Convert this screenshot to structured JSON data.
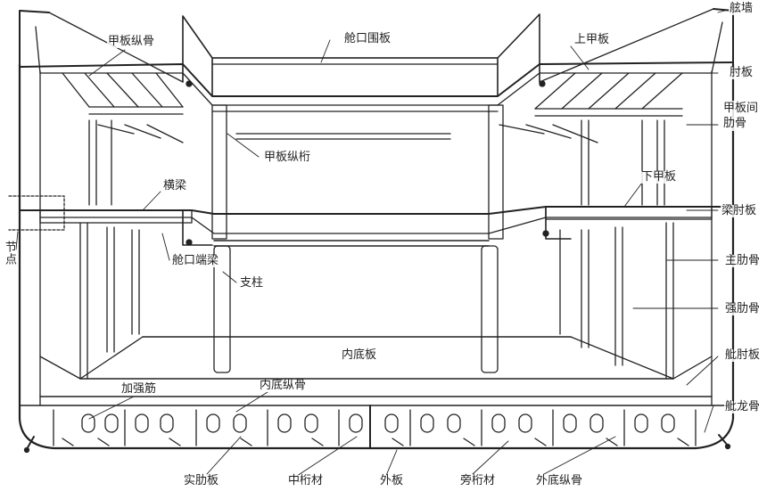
{
  "labels": {
    "jiabanzonggu": "甲板纵骨",
    "cangkouweiban": "舱口围板",
    "shangjiaban": "上甲板",
    "xiandan": "舷墙",
    "zhouban": "肘板",
    "jiabanjianleigu": "甲板间肋骨",
    "jiabanzongheng": "甲板纵桁",
    "hengliang": "横梁",
    "xiajiaban": "下甲板",
    "liangzhouban": "梁肘板",
    "jiedian": "节点",
    "cangkouduanliang": "舱口端梁",
    "zhuleigu": "主肋骨",
    "zhizhu": "支柱",
    "qiangleigu": "强肋骨",
    "neidiban": "内底板",
    "xianzhouban": "舭肘板",
    "jiaqiangjin": "加强筋",
    "neidizonggu": "内底纵骨",
    "xianlonggu": "舭龙骨",
    "shileiban": "实肋板",
    "zhonghengcai": "中桁材",
    "waiban": "外板",
    "panghengcai": "旁桁材",
    "waidizonggu": "外底纵骨"
  },
  "colors": {
    "line": "#222222",
    "background": "#ffffff"
  }
}
